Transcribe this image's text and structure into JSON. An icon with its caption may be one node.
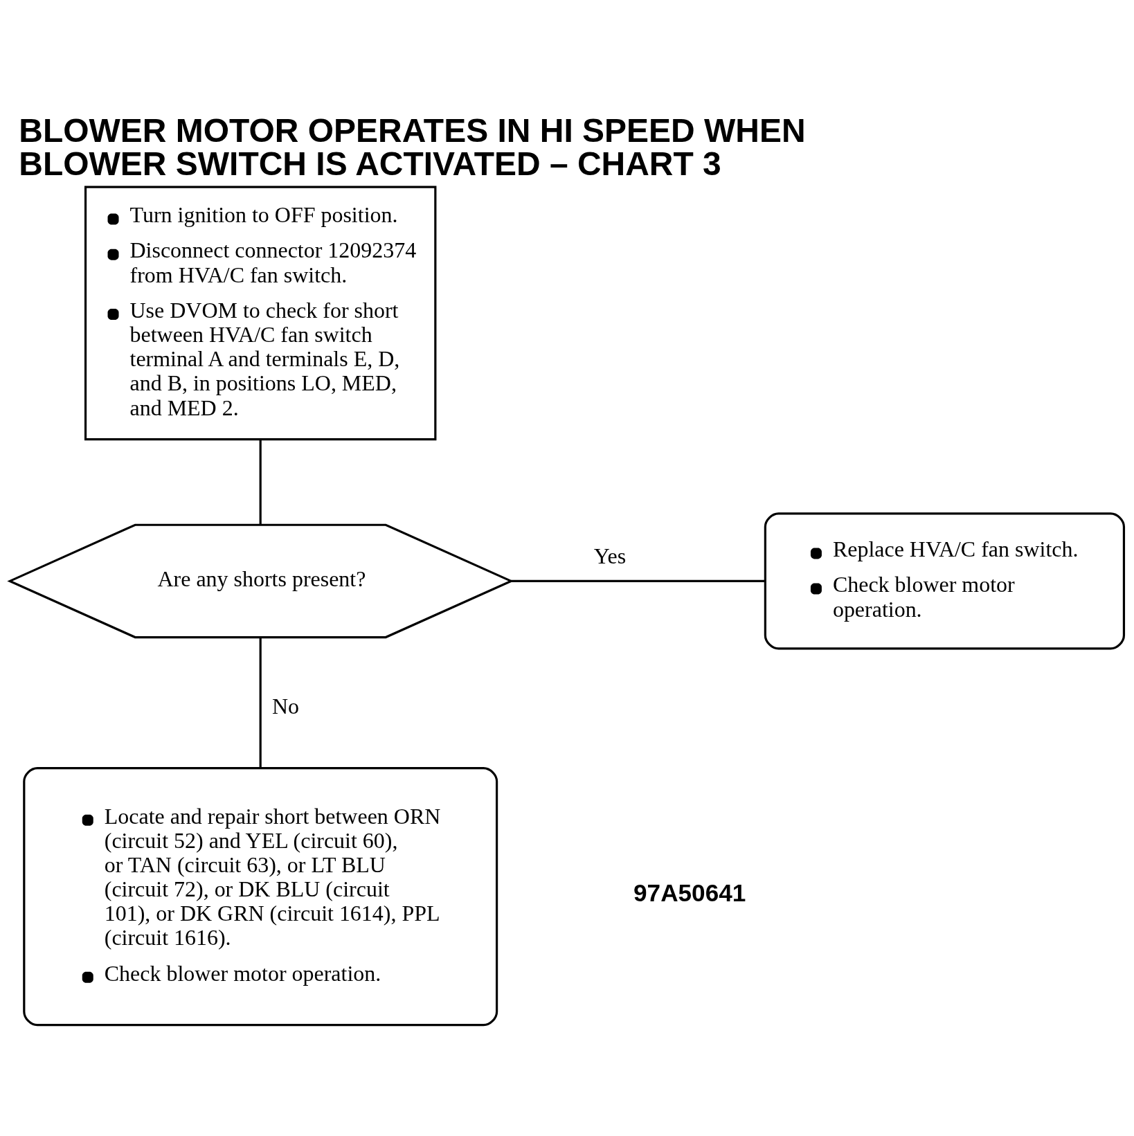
{
  "diagram": {
    "title": "BLOWER MOTOR OPERATES IN HI SPEED WHEN BLOWER SWITCH IS ACTIVATED – CHART 3",
    "nodes": [
      {
        "text": [
          "Turn ignition to OFF position.",
          "Disconnect connector 12092374 from HVA/C fan switch.",
          "Use DVOM to check for short between HVA/C fan switch terminal A and terminals E, D, and B, in positions LO, MED, and MED 2."
        ]
      },
      {
        "text": [
          "Are any shorts present?"
        ]
      },
      {
        "text": [
          "Replace HVA/C fan switch.",
          "Check blower motor operation."
        ]
      },
      {
        "text": [
          "Locate and repair short between ORN (circuit 52) and YEL (circuit 60), or TAN (circuit 63), or LT BLU (circuit 72), or DK BLU (circuit 101), or DK GRN (circuit 1614), PPL (circuit 1616).",
          "Check blower motor operation."
        ]
      }
    ],
    "edges": [
      {
        "from": 0,
        "to": 1,
        "arrow": "none"
      },
      {
        "from": 1,
        "to": 2,
        "arrow": "none",
        "label": "Yes"
      },
      {
        "from": 1,
        "to": 3,
        "arrow": "none",
        "label": "No"
      }
    ],
    "labels": [
      "97A50641"
    ]
  }
}
